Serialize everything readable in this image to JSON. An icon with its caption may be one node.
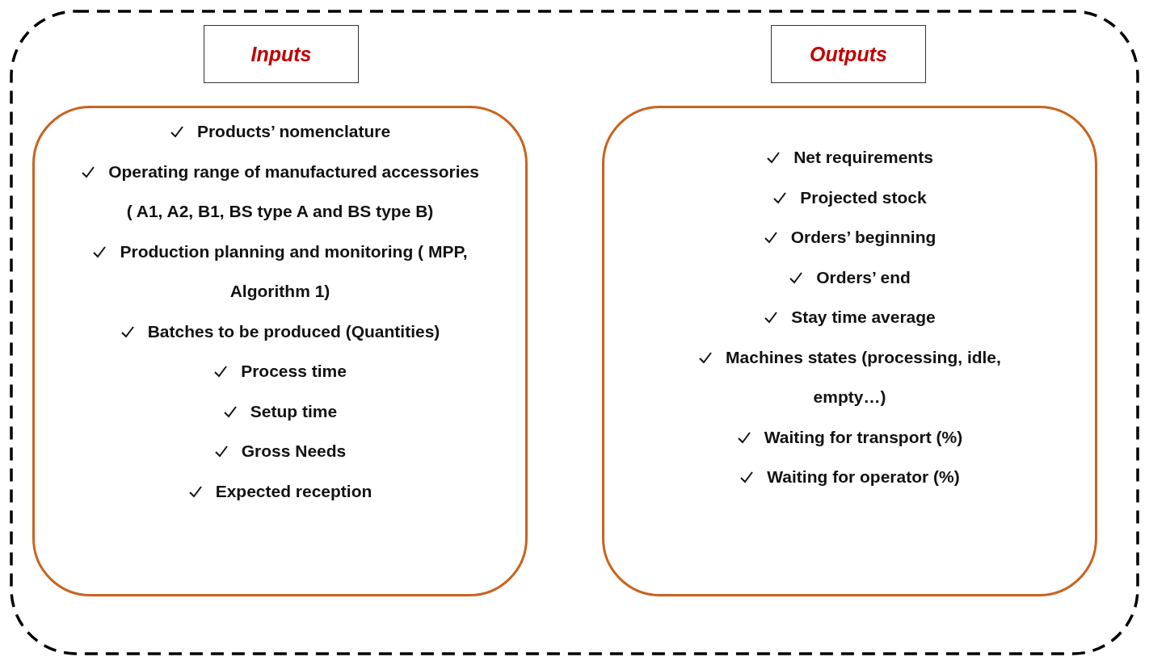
{
  "diagram": {
    "nodes": [
      {
        "text": [],
        "shape": "box"
      },
      {
        "text": [
          "Inputs"
        ],
        "in": 0
      },
      {
        "text": [
          "Products’ nomenclature",
          "Operating range of manufactured accessories ( A1, A2, B1, BS type A and BS type B)",
          "Production planning and monitoring ( MPP, Algorithm 1)",
          "Batches to be produced (Quantities)",
          "Process time",
          "Setup time",
          "Gross Needs",
          "Expected reception"
        ],
        "in": 0
      },
      {
        "text": [
          "Outputs"
        ],
        "in": 0
      },
      {
        "text": [
          "Net requirements",
          "Projected stock",
          "Orders’ beginning",
          "Orders’ end",
          "Stay time average",
          "Machines states (processing, idle, empty…)",
          "Waiting for transport (%)",
          "Waiting for operator (%)"
        ],
        "in": 0
      }
    ],
    "edges": []
  }
}
